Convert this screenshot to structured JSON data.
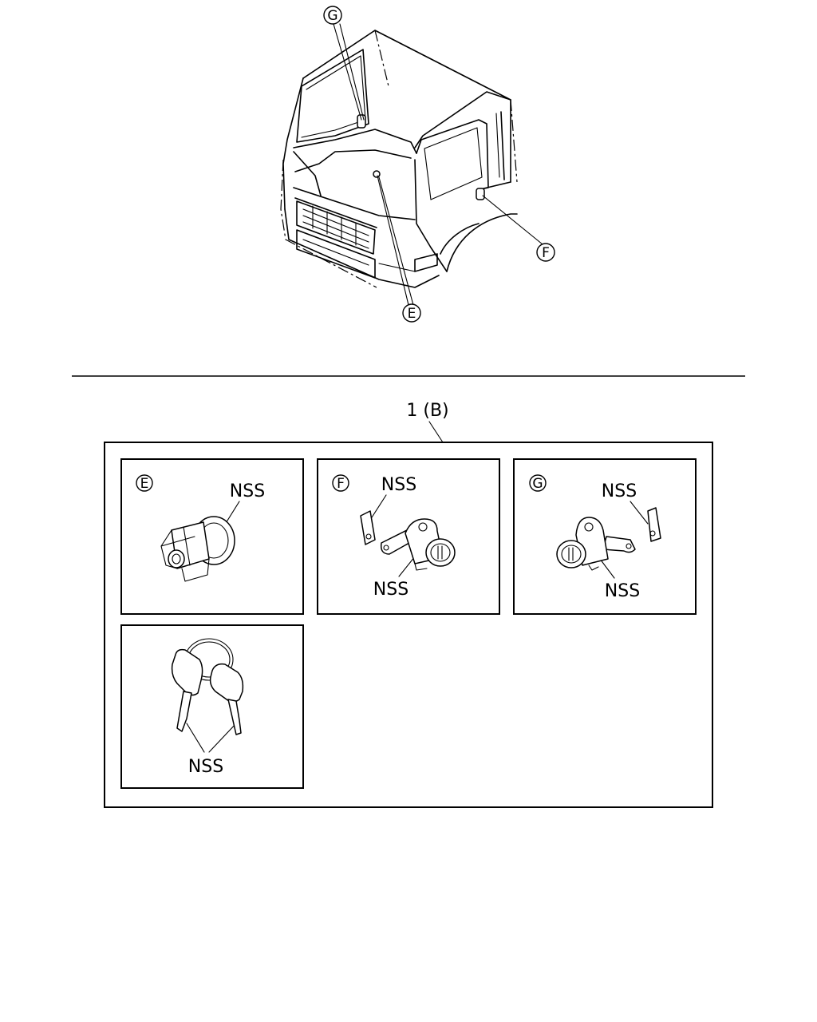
{
  "overview": {
    "callouts": {
      "g": "G",
      "f": "F",
      "e": "E"
    }
  },
  "assembly": {
    "label": "1 (B)",
    "panels": {
      "e": {
        "letter": "E",
        "part_label": "NSS"
      },
      "f": {
        "letter": "F",
        "part_label_top": "NSS",
        "part_label_bottom": "NSS"
      },
      "g": {
        "letter": "G",
        "part_label_top": "NSS",
        "part_label_bottom": "NSS"
      },
      "keys": {
        "part_label": "NSS"
      }
    }
  }
}
